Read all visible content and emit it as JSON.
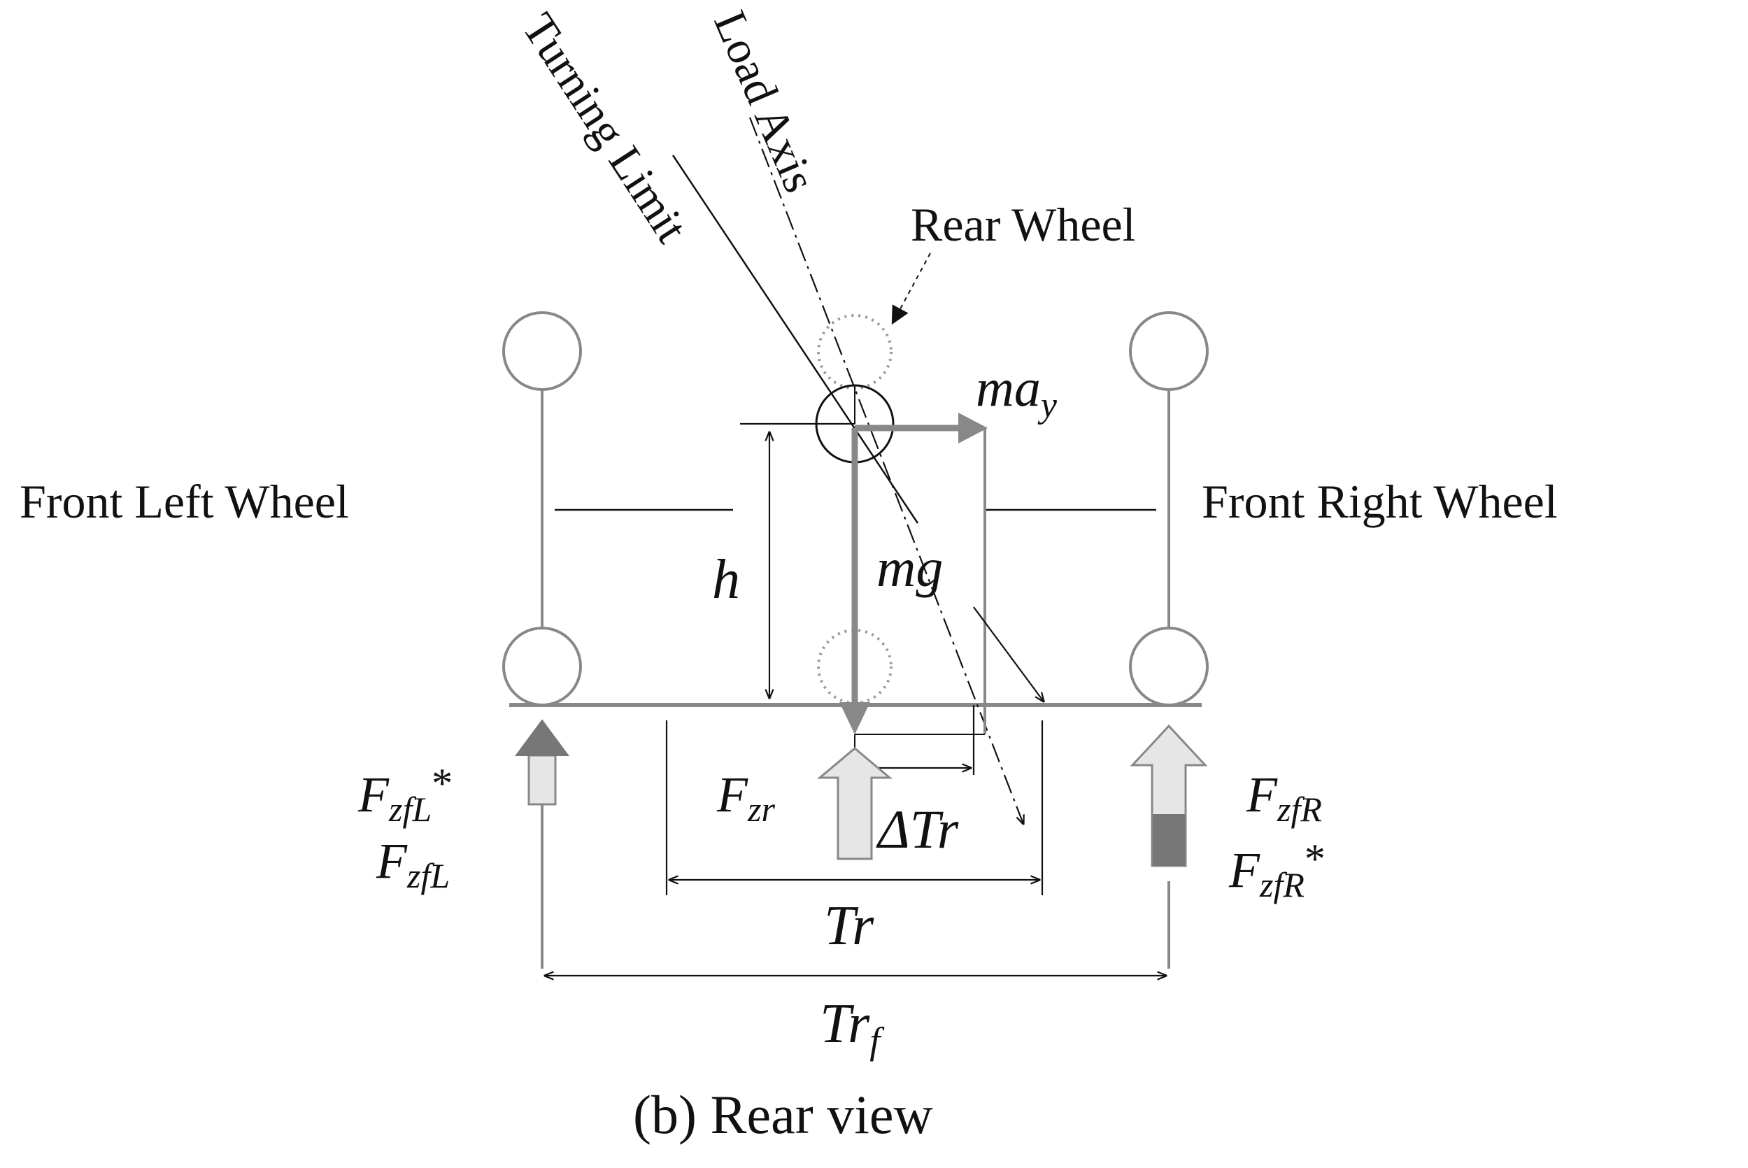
{
  "labels": {
    "turning_limit": "Turning Limit",
    "load_axis": "Load Axis",
    "rear_wheel": "Rear Wheel",
    "front_left_wheel": "Front Left Wheel",
    "front_right_wheel": "Front Right Wheel",
    "caption": "(b) Rear view"
  },
  "symbols": {
    "m": "m",
    "a": "a",
    "y_sub": "y",
    "g": "g",
    "h": "h",
    "F": "F",
    "zfL_sub": "zfL",
    "zfR_sub": "zfR",
    "zr_sub": "zr",
    "star": "*",
    "delta_tr": "ΔTr",
    "tr": "Tr",
    "f_sub": "f"
  },
  "colors": {
    "line": "#111111",
    "vehicle_gray": "#888888",
    "dotted_gray": "#999999",
    "arrow_light_fill": "#e6e6e6",
    "arrow_dark_fill": "#777777"
  }
}
